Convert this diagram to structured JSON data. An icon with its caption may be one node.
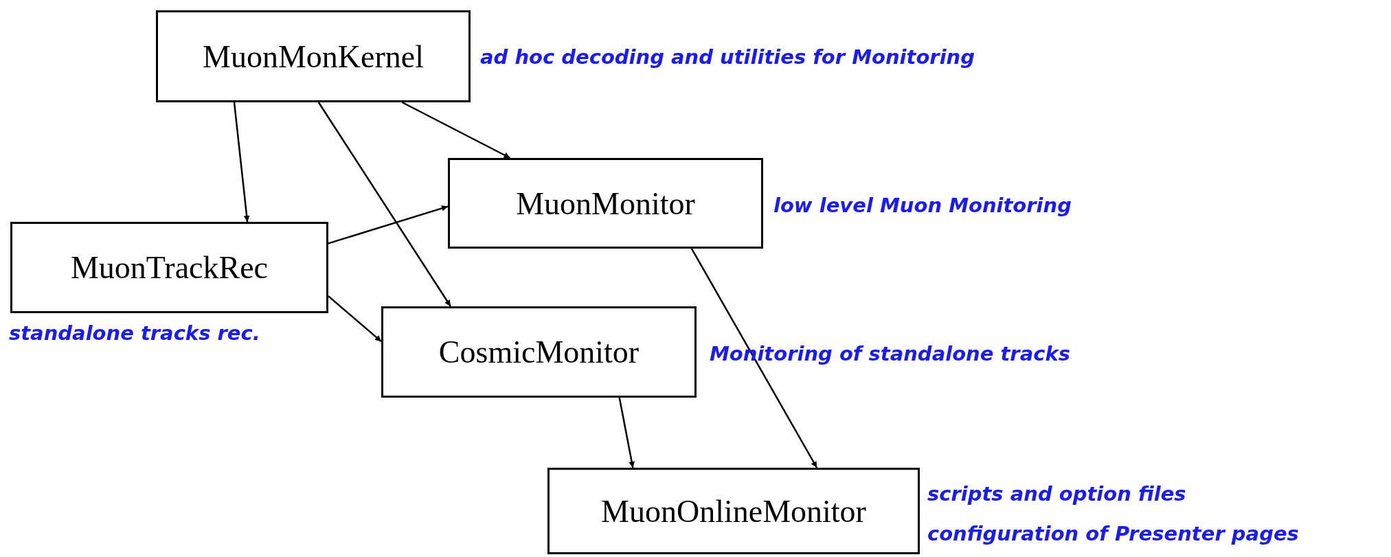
{
  "diagram": {
    "nodes": [
      {
        "text": [
          "MuonMonKernel"
        ],
        "beside": [
          "ad hoc decoding and utilities for Monitoring"
        ]
      },
      {
        "text": [
          "MuonMonitor"
        ],
        "beside": [
          "low level Muon Monitoring"
        ]
      },
      {
        "text": [
          "MuonTrackRec"
        ],
        "beside": [
          "standalone tracks rec."
        ]
      },
      {
        "text": [
          "CosmicMonitor"
        ],
        "beside": [
          "Monitoring of standalone tracks"
        ]
      },
      {
        "text": [
          "MuonOnlineMonitor"
        ],
        "beside": [
          "scripts and option files",
          "configuration of Presenter pages"
        ]
      }
    ],
    "edges": [
      {
        "from": 0,
        "to": 2,
        "arrow": "to"
      },
      {
        "from": 0,
        "to": 3,
        "arrow": "to"
      },
      {
        "from": 0,
        "to": 1,
        "arrow": "to"
      },
      {
        "from": 2,
        "to": 1,
        "arrow": "to"
      },
      {
        "from": 2,
        "to": 3,
        "arrow": "to"
      },
      {
        "from": 1,
        "to": 4,
        "arrow": "to"
      },
      {
        "from": 3,
        "to": 4,
        "arrow": "to"
      }
    ]
  }
}
